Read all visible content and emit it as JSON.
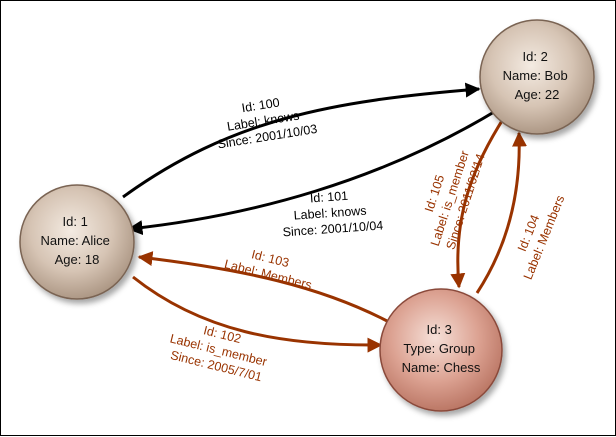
{
  "colors": {
    "person_edge": "#000000",
    "member_edge": "#993300",
    "person_node_fill": "#c8b4a2",
    "group_node_fill": "#d89682"
  },
  "nodes": {
    "alice": {
      "line1": "Id: 1",
      "line2": "Name: Alice",
      "line3": "Age: 18"
    },
    "bob": {
      "line1": "Id: 2",
      "line2": "Name: Bob",
      "line3": "Age: 22"
    },
    "chess": {
      "line1": "Id: 3",
      "line2": "Type: Group",
      "line3": "Name: Chess"
    }
  },
  "edges": {
    "e100": {
      "line1": "Id: 100",
      "line2": "Label: knows",
      "line3": "Since: 2001/10/03"
    },
    "e101": {
      "line1": "Id: 101",
      "line2": "Label: knows",
      "line3": "Since: 2001/10/04"
    },
    "e102": {
      "line1": "Id: 102",
      "line2": "Label: is_member",
      "line3": "Since: 2005/7/01"
    },
    "e103": {
      "line1": "Id: 103",
      "line2": "Label: Members"
    },
    "e104": {
      "line1": "Id: 104",
      "line2": "Label: Members"
    },
    "e105": {
      "line1": "Id: 105",
      "line2": "Label: is_member",
      "line3": "Since: 2011/02/14"
    }
  }
}
